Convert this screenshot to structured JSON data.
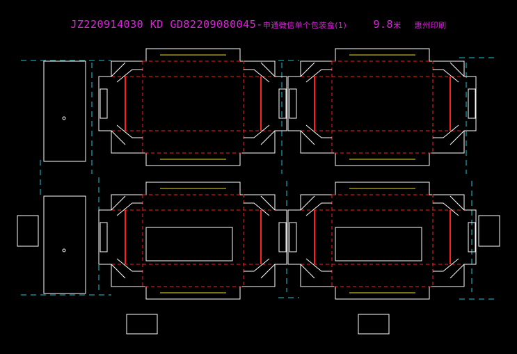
{
  "title": {
    "code": "JZ220914030 KD GD82209080045-",
    "name": "申通微信单个包装盒(1)",
    "size": "9.8",
    "unit": "米",
    "factory": "惠州印刷"
  },
  "colors": {
    "background": "#000000",
    "title": "#e020e0",
    "cut_line": "#ffffff",
    "crease_line": "#ff2020",
    "perforation": "#f0e030",
    "sheet_outline": "#20c8d8"
  }
}
